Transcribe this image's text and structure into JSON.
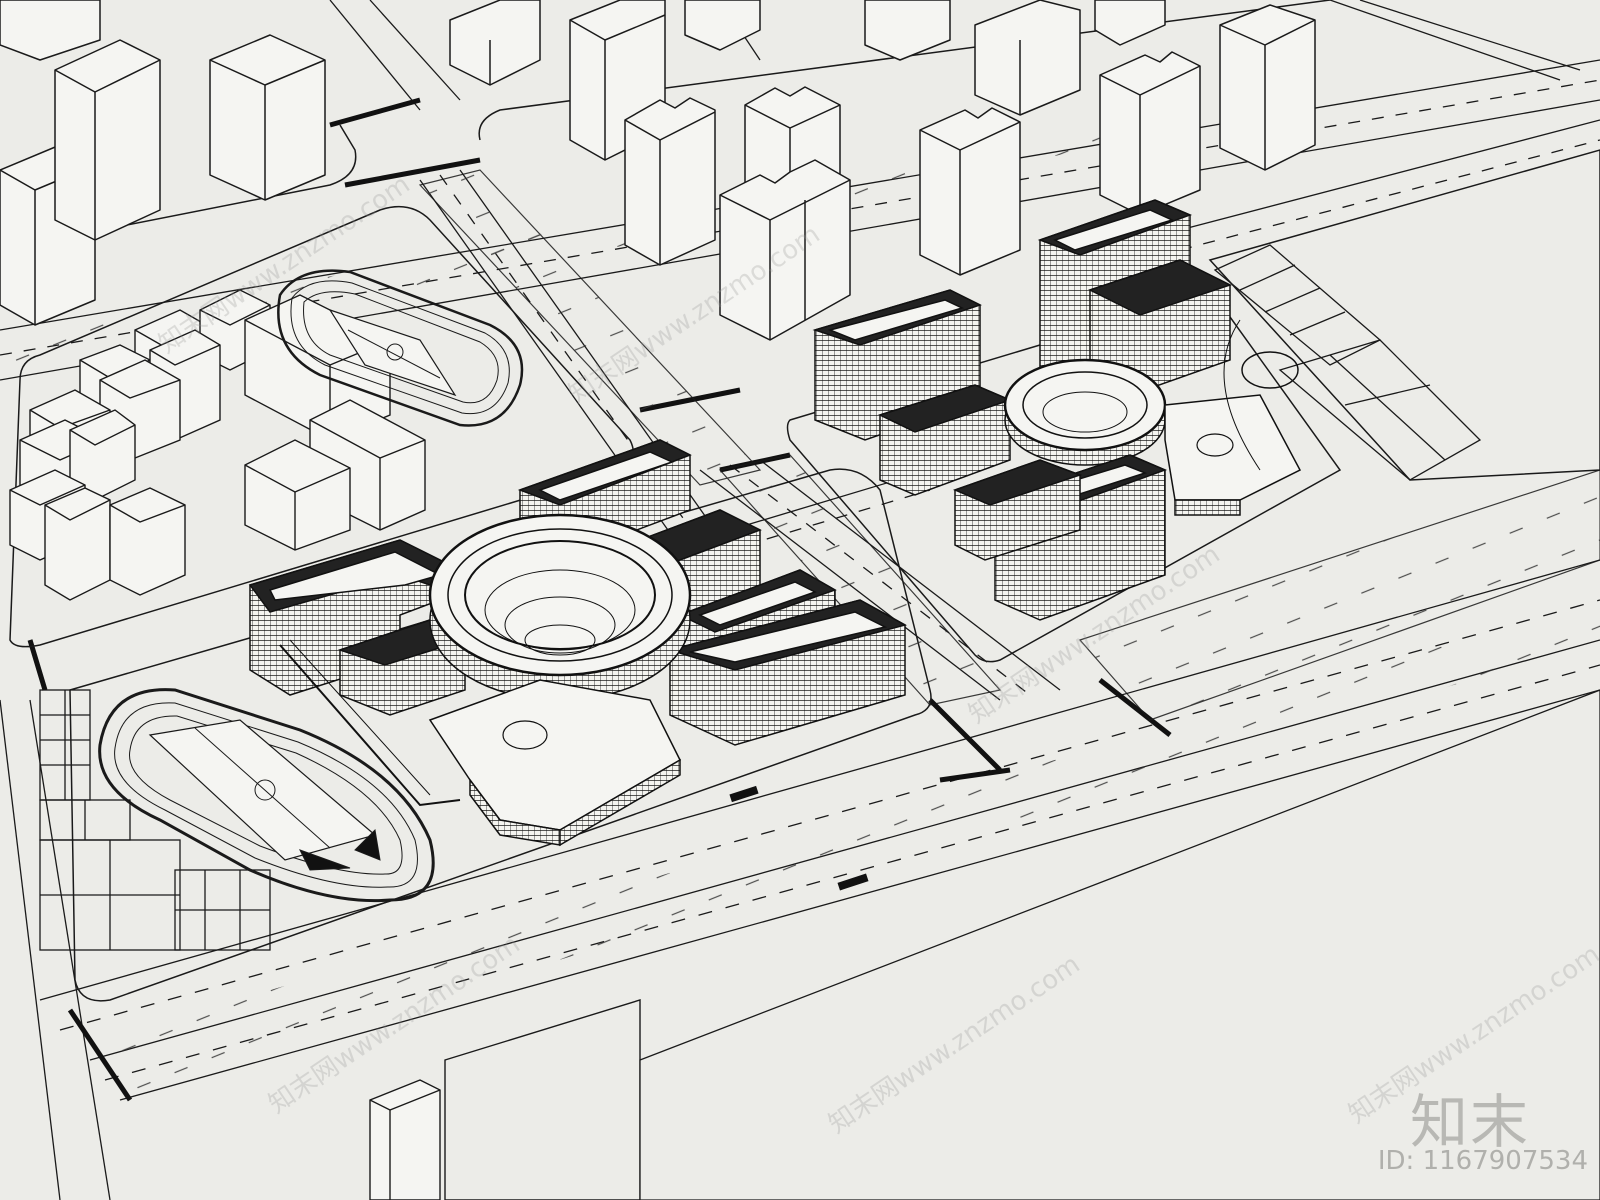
{
  "watermark": {
    "logo_text": "知末",
    "id_text": "ID: 1167907534",
    "diagonal_text": "知末网www.znzmo.com"
  },
  "colors": {
    "background": "#ecece8",
    "line": "#1a1a1a",
    "building_fill": "#f5f5f2",
    "dark_fill": "#222222",
    "watermark": "#b8b8b4"
  }
}
